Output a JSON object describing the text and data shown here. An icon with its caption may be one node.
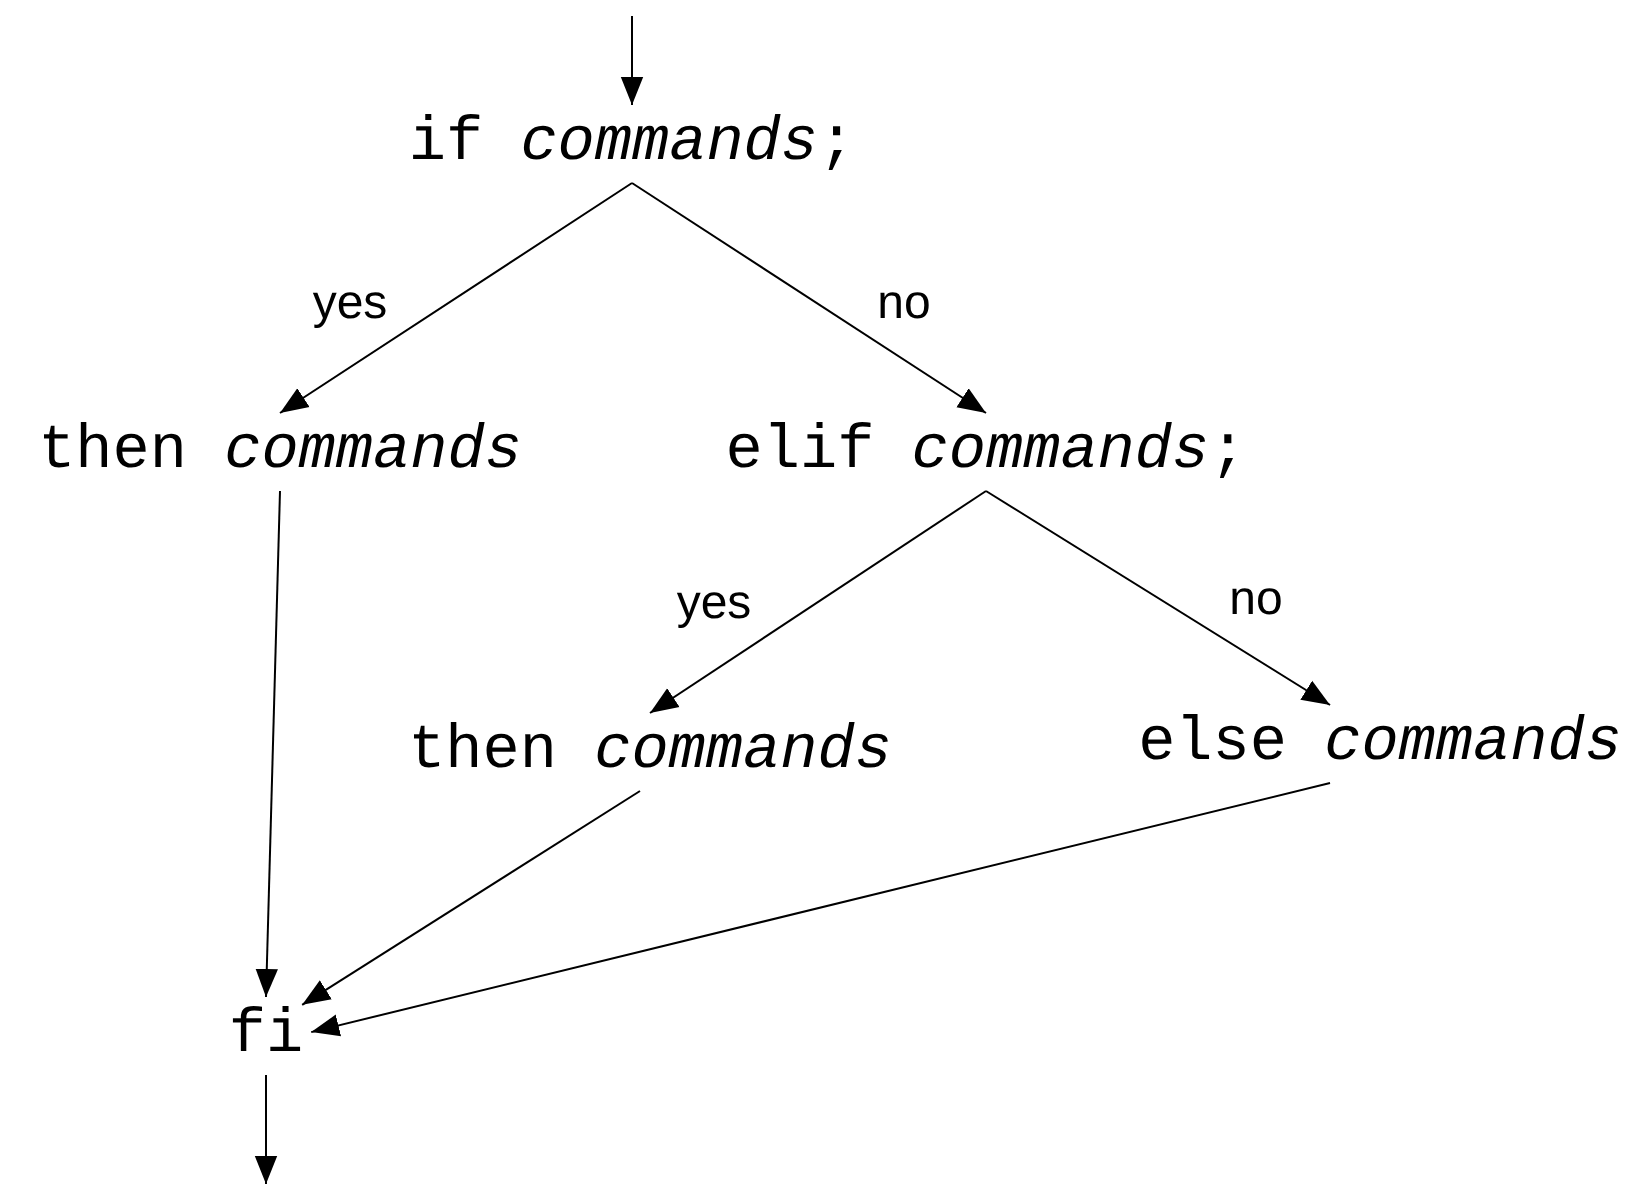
{
  "diagram": {
    "nodes": [
      {
        "text": [
          "if *commands*;"
        ]
      },
      {
        "text": [
          "then *commands*"
        ]
      },
      {
        "text": [
          "elif *commands*;"
        ]
      },
      {
        "text": [
          "then *commands*"
        ]
      },
      {
        "text": [
          "else *commands*"
        ]
      },
      {
        "text": [
          "fi"
        ]
      }
    ],
    "edges": [
      {
        "from": null,
        "to": 0,
        "arrow": "to"
      },
      {
        "from": 0,
        "to": 1,
        "arrow": "to",
        "label": "yes"
      },
      {
        "from": 0,
        "to": 2,
        "arrow": "to",
        "label": "no"
      },
      {
        "from": 2,
        "to": 3,
        "arrow": "to",
        "label": "yes"
      },
      {
        "from": 2,
        "to": 4,
        "arrow": "to",
        "label": "no"
      },
      {
        "from": 1,
        "to": 5,
        "arrow": "to"
      },
      {
        "from": 3,
        "to": 5,
        "arrow": "to"
      },
      {
        "from": 4,
        "to": 5,
        "arrow": "to"
      },
      {
        "from": 5,
        "to": null,
        "arrow": "to"
      }
    ]
  }
}
